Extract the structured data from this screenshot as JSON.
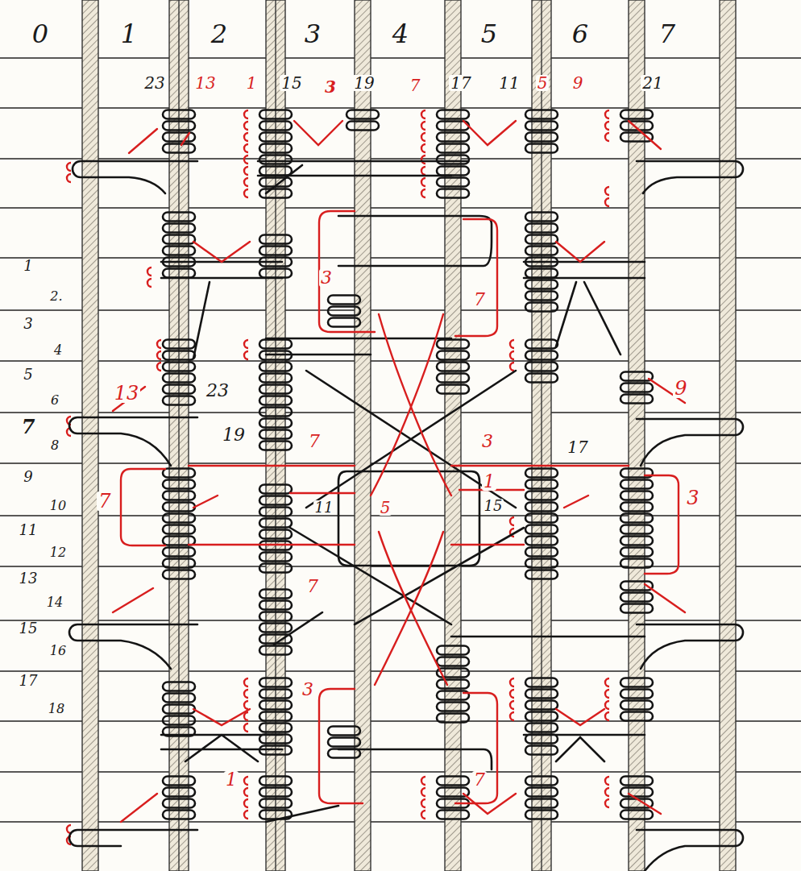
{
  "diagram": {
    "labels": [
      "0",
      "1",
      "2",
      "3",
      "4",
      "5",
      "6",
      "7",
      "23",
      "13",
      "1",
      "15",
      "3",
      "19",
      "7",
      "17",
      "11",
      "5",
      "9",
      "21",
      "1",
      "3",
      "2.",
      "7",
      "3",
      "4",
      "5",
      "13",
      "23",
      "9",
      "6",
      "7",
      "19",
      "7",
      "3",
      "17",
      "8",
      "9",
      "1",
      "3",
      "7",
      "10",
      "11",
      "5",
      "15",
      "11",
      "12",
      "13",
      "7",
      "14",
      "15",
      "16",
      "17",
      "3",
      "18",
      "1",
      "7"
    ]
  }
}
